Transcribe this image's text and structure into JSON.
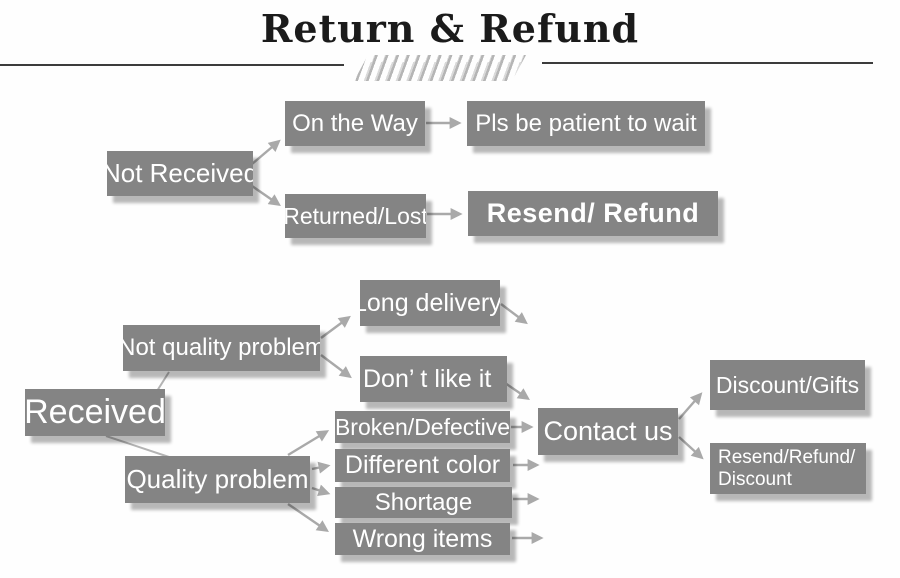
{
  "page": {
    "title": "Return & Refund"
  },
  "colors": {
    "node_fill": "#848484",
    "node_text": "#ffffff",
    "arrow": "#a9a9a9",
    "connector": "#b4b4b4",
    "title_color": "#1b1b1b",
    "divider": "#3c3c3c",
    "hatch": "#b5b5b5"
  },
  "flowchart": {
    "nodes": {
      "not_received": {
        "label": "Not Received"
      },
      "on_the_way": {
        "label": "On the Way"
      },
      "pls_be_patient": {
        "label": "Pls be patient to wait"
      },
      "returned_lost": {
        "label": "Returned/Lost"
      },
      "resend_refund": {
        "label": "Resend/ Refund"
      },
      "received": {
        "label": "Received"
      },
      "not_quality_problem": {
        "label": "Not quality problem"
      },
      "long_delivery": {
        "label": "Long delivery"
      },
      "dont_like_it": {
        "label": "Don’ t like it"
      },
      "broken_defective": {
        "label": "Broken/Defective"
      },
      "different_color": {
        "label": "Different color"
      },
      "shortage": {
        "label": "Shortage"
      },
      "wrong_items": {
        "label": "Wrong items"
      },
      "quality_problem": {
        "label": "Quality problem"
      },
      "contact_us": {
        "label": "Contact us"
      },
      "discount_gifts": {
        "label": "Discount/Gifts"
      },
      "resend_refund_discount": {
        "label_line1": "Resend/Refund/",
        "label_line2": "Discount"
      }
    },
    "edges": [
      {
        "from": "not_received",
        "to": "on_the_way",
        "arrow": true
      },
      {
        "from": "not_received",
        "to": "returned_lost",
        "arrow": true
      },
      {
        "from": "on_the_way",
        "to": "pls_be_patient",
        "arrow": true
      },
      {
        "from": "returned_lost",
        "to": "resend_refund",
        "arrow": true
      },
      {
        "from": "received",
        "to": "not_quality_problem",
        "arrow": false
      },
      {
        "from": "received",
        "to": "quality_problem",
        "arrow": false
      },
      {
        "from": "not_quality_problem",
        "to": "long_delivery",
        "arrow": true
      },
      {
        "from": "not_quality_problem",
        "to": "dont_like_it",
        "arrow": true
      },
      {
        "from": "long_delivery",
        "to": "contact_us",
        "arrow": true
      },
      {
        "from": "dont_like_it",
        "to": "contact_us",
        "arrow": true
      },
      {
        "from": "quality_problem",
        "to": "broken_defective",
        "arrow": true
      },
      {
        "from": "quality_problem",
        "to": "different_color",
        "arrow": true
      },
      {
        "from": "quality_problem",
        "to": "shortage",
        "arrow": true
      },
      {
        "from": "quality_problem",
        "to": "wrong_items",
        "arrow": true
      },
      {
        "from": "broken_defective",
        "to": "contact_us",
        "arrow": true
      },
      {
        "from": "different_color",
        "to": "contact_us",
        "arrow": true
      },
      {
        "from": "shortage",
        "to": "contact_us",
        "arrow": true
      },
      {
        "from": "wrong_items",
        "to": "contact_us",
        "arrow": true
      },
      {
        "from": "contact_us",
        "to": "discount_gifts",
        "arrow": true
      },
      {
        "from": "contact_us",
        "to": "resend_refund_discount",
        "arrow": true
      }
    ]
  }
}
